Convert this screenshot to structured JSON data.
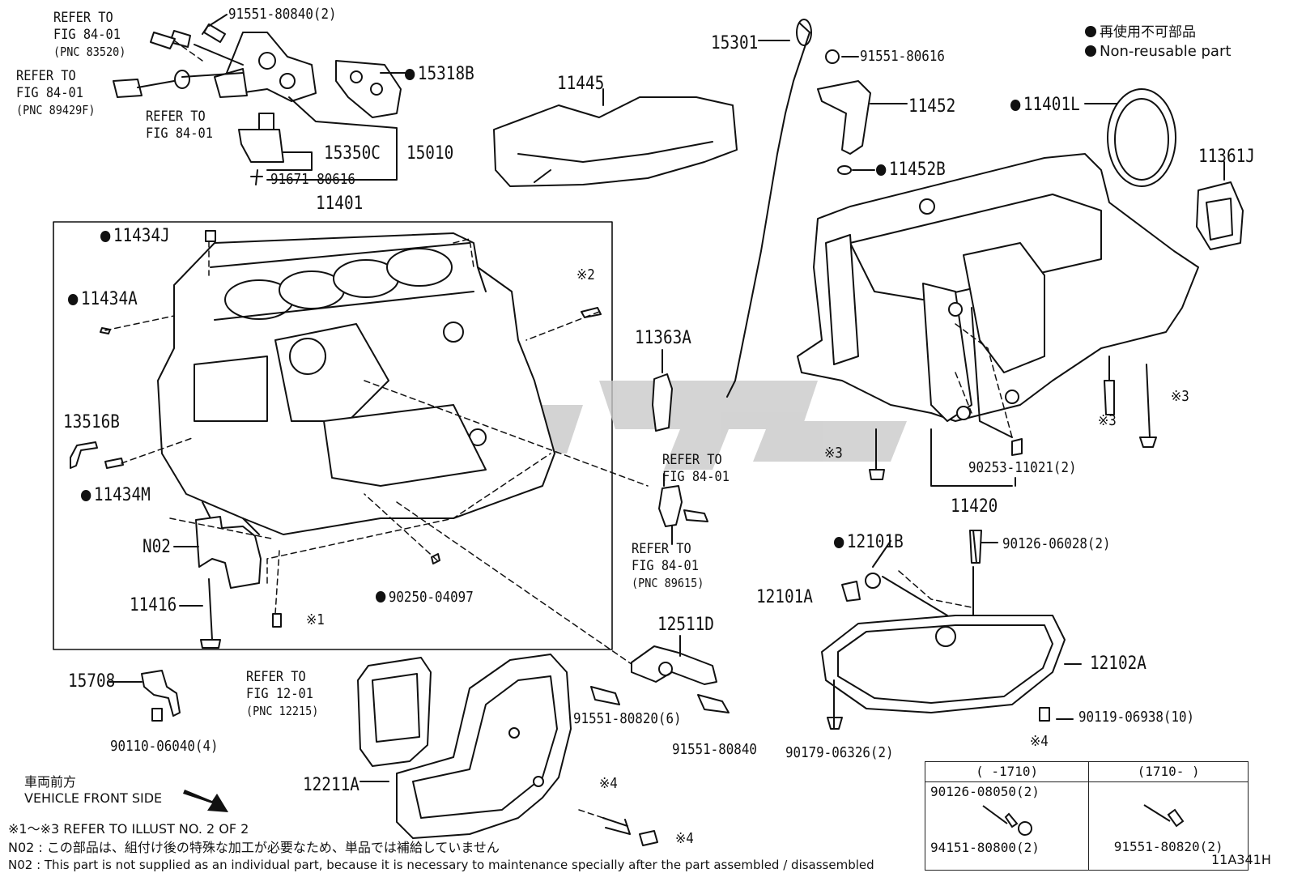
{
  "legend": {
    "non_reusable_ja": "再使用不可部品",
    "non_reusable_en": "Non-reusable part"
  },
  "parts": {
    "p91551_80840_2": "91551-80840(2)",
    "p15318B": "15318B",
    "p15350C": "15350C",
    "p15010": "15010",
    "p91671_80616": "91671-80616",
    "p11401": "11401",
    "p11434J": "11434J",
    "p11434A": "11434A",
    "p13516B": "13516B",
    "p11434M": "11434M",
    "pN02": "N02",
    "p11416": "11416",
    "p90250_04097": "90250-04097",
    "p11445": "11445",
    "p15301": "15301",
    "p91551_80616": "91551-80616",
    "p11452": "11452",
    "p11452B": "11452B",
    "p11401L": "11401L",
    "p11361J": "11361J",
    "p11363A": "11363A",
    "p90253_11021_2": "90253-11021(2)",
    "p11420": "11420",
    "p12101B": "12101B",
    "p90126_06028_2": "90126-06028(2)",
    "p12101A": "12101A",
    "p12102A": "12102A",
    "p90119_06938_10": "90119-06938(10)",
    "p90179_06326_2": "90179-06326(2)",
    "p12511D": "12511D",
    "p91551_80820_6": "91551-80820(6)",
    "p91551_80840": "91551-80840",
    "p15708": "15708",
    "p90110_06040_4": "90110-06040(4)",
    "p12211A": "12211A",
    "p90126_08050_2": "90126-08050(2)",
    "p94151_80800_2": "94151-80800(2)",
    "p91551_80820_2": "91551-80820(2)"
  },
  "refs": {
    "r1": {
      "line1": "REFER TO",
      "line2": "FIG 84-01",
      "pnc": "(PNC 83520)"
    },
    "r2": {
      "line1": "REFER TO",
      "line2": "FIG 84-01",
      "pnc": "(PNC 89429F)"
    },
    "r3": {
      "line1": "REFER TO",
      "line2": "FIG 84-01"
    },
    "r4": {
      "line1": "REFER TO",
      "line2": "FIG 84-01"
    },
    "r5": {
      "line1": "REFER TO",
      "line2": "FIG 84-01",
      "pnc": "(PNC 89615)"
    },
    "r6": {
      "line1": "REFER TO",
      "line2": "FIG 12-01",
      "pnc": "(PNC 12215)"
    }
  },
  "marks": {
    "m1": "※1",
    "m2": "※2",
    "m3a": "※3",
    "m3b": "※3",
    "m3c": "※3",
    "m4a": "※4",
    "m4b": "※4",
    "m4c": "※4"
  },
  "table": {
    "col1": "(   -1710)",
    "col2": "(1710-    )"
  },
  "front": {
    "ja": "車両前方",
    "en": "VEHICLE FRONT SIDE"
  },
  "notes": {
    "n1": "※1～※3 REFER TO ILLUST NO. 2 OF 2",
    "n2": "N02 : この部品は、組付け後の特殊な加工が必要なため、単品では補給していません",
    "n3": "N02 : This part is not supplied as an individual part, because it is necessary to maintenance specially after the part assembled / disassembled"
  },
  "illustration_id": "11A341H"
}
